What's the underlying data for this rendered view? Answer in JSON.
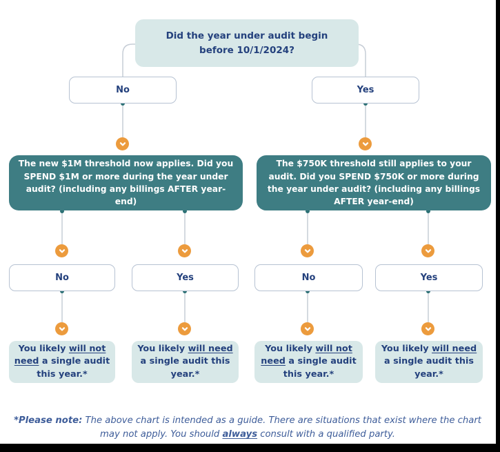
{
  "root_question": "Did the year under audit begin before 10/1/2024?",
  "level1": {
    "no": "No",
    "yes": "Yes"
  },
  "branches": [
    {
      "question": "The new $1M threshold now applies. Did you SPEND $1M or more during the year under audit? (including any billings AFTER year-end)",
      "no_label": "No",
      "yes_label": "Yes",
      "no_result": {
        "pre": "You likely ",
        "underline": "will not need",
        "post": " a single audit this year.*"
      },
      "yes_result": {
        "pre": "You likely ",
        "underline": "will need",
        "post": " a single audit this year.*"
      }
    },
    {
      "question": "The $750K threshold still applies to your audit. Did you SPEND $750K or more during the year under audit? (including any billings AFTER year-end)",
      "no_label": "No",
      "yes_label": "Yes",
      "no_result": {
        "pre": "You likely ",
        "underline": "will not need",
        "post": " a single audit this year.*"
      },
      "yes_result": {
        "pre": "You likely ",
        "underline": "will need",
        "post": " a single audit this year.*"
      }
    }
  ],
  "footnote": {
    "lead": "*Please note:",
    "body1": " The above chart is intended as a guide. There are situations that exist where the chart may not apply. You should ",
    "emphasis": "always",
    "body2": " consult with a qualified party."
  },
  "icons": {
    "connector_marker": "chevron-down"
  },
  "colors": {
    "teal": "#3E7D83",
    "mint": "#D8E8E8",
    "orange": "#EC9B3D",
    "navy_text": "#24417D",
    "connector_line": "#C6CDD6",
    "connector_dot": "#2C7175",
    "footnote_blue": "#3D5C99"
  }
}
